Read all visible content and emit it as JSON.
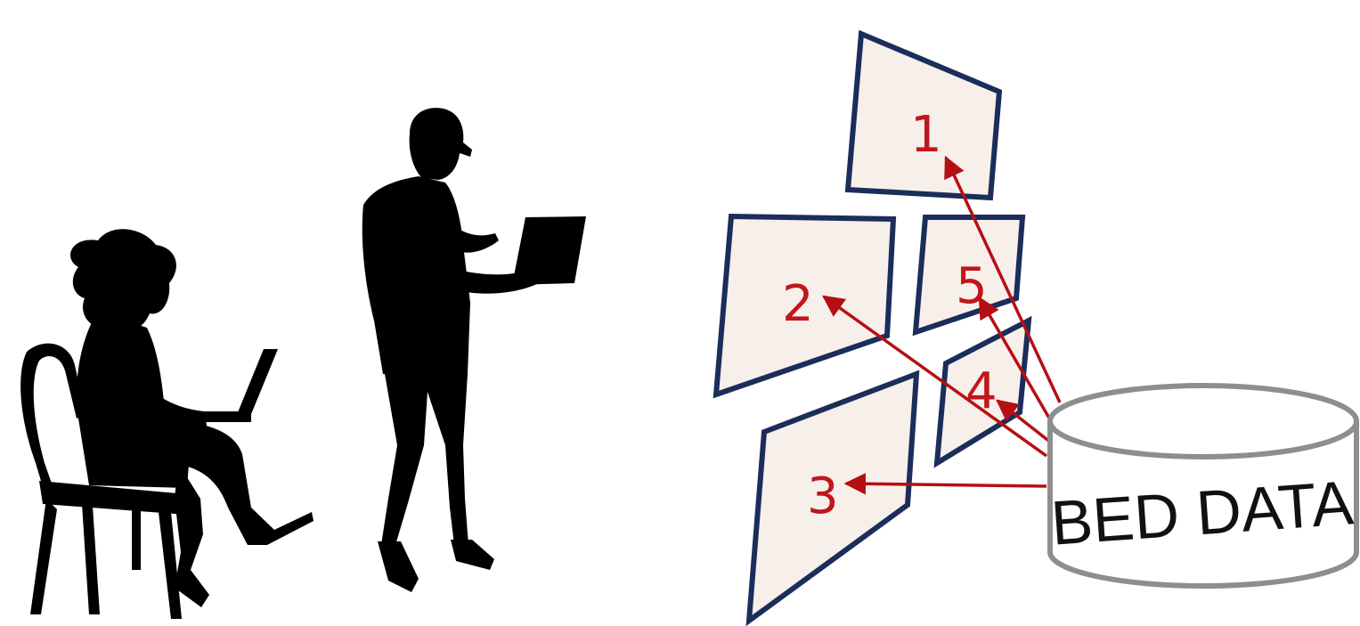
{
  "panels": [
    {
      "id": "1",
      "label": "1"
    },
    {
      "id": "2",
      "label": "2"
    },
    {
      "id": "3",
      "label": "3"
    },
    {
      "id": "4",
      "label": "4"
    },
    {
      "id": "5",
      "label": "5"
    }
  ],
  "database": {
    "label": "BED DATA"
  },
  "colors": {
    "panel_fill": "#f7efea",
    "panel_stroke": "#1b2d5a",
    "arrow": "#b50f14",
    "number": "#c0161c",
    "database_stroke": "#8e8e8e",
    "silhouette": "#000000"
  },
  "icons": [
    "sitting-woman-with-laptop-icon",
    "standing-man-with-laptop-icon",
    "database-cylinder-icon"
  ]
}
